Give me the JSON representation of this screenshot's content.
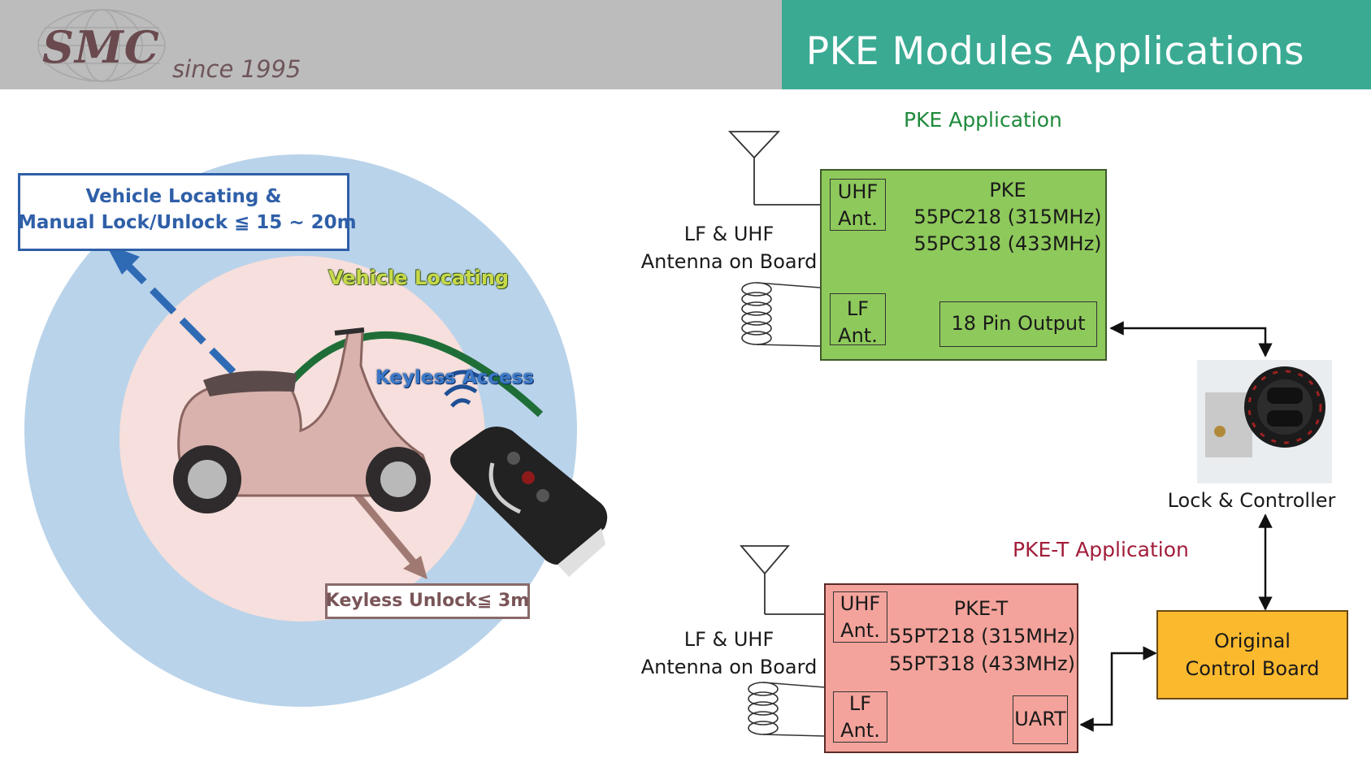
{
  "header": {
    "logo_text": "SMC",
    "since": "since 1995",
    "title": "PKE Modules Applications"
  },
  "left_illustration": {
    "range_box": {
      "line1": "Vehicle Locating &",
      "line2": "Manual Lock/Unlock ≦ 15 ~ 20m"
    },
    "vehicle_locating": "Vehicle Locating",
    "keyless_access": "Keyless Access",
    "keyless_unlock": "Keyless Unlock≦ 3m",
    "colors": {
      "outer_zone": "#b9d3ea",
      "inner_zone": "#f6dfdc",
      "range_border": "#2f5fa8",
      "range_text": "#2f5fa8",
      "locating_text": "#c8d94a",
      "access_text": "#3b78c8",
      "unlock_border": "#8a6a6a",
      "unlock_text": "#7a5558"
    }
  },
  "pke": {
    "section_title": "PKE Application",
    "antenna_label_1": "LF & UHF",
    "antenna_label_2": "Antenna on Board",
    "uhf_1": "UHF",
    "uhf_2": "Ant.",
    "lf_1": "LF",
    "lf_2": "Ant.",
    "title": "PKE",
    "model_1": "55PC218 (315MHz)",
    "model_2": "55PC318 (433MHz)",
    "output": "18 Pin Output",
    "color": "#8ec95b"
  },
  "lock": {
    "label": "Lock & Controller"
  },
  "pket": {
    "section_title": "PKE-T Application",
    "antenna_label_1": "LF & UHF",
    "antenna_label_2": "Antenna on Board",
    "uhf_1": "UHF",
    "uhf_2": "Ant.",
    "lf_1": "LF",
    "lf_2": "Ant.",
    "title": "PKE-T",
    "model_1": "55PT218 (315MHz)",
    "model_2": "55PT318 (433MHz)",
    "output": "UART",
    "color": "#f3a39b"
  },
  "control_board": {
    "line1": "Original",
    "line2": "Control Board",
    "color": "#fbb92e"
  }
}
